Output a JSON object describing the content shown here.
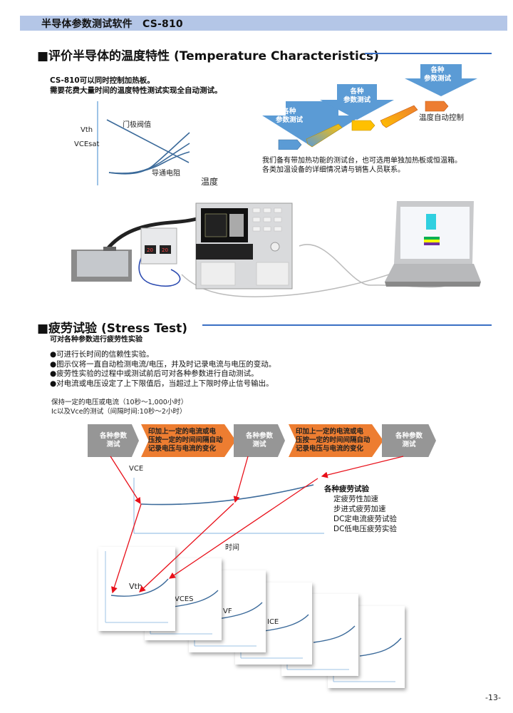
{
  "header": {
    "title": "半导体参数测试软件　CS-810"
  },
  "temperature_section": {
    "title": "■评价半导体的温度特性 (Temperature Characteristics)",
    "intro_lines": [
      "CS-810可以同时控制加热板。",
      "需要花费大量时间的温度特性测试实现全自动测试。"
    ],
    "graph": {
      "y_label_1": "Vth",
      "y_label_2": "VCEsat",
      "curve_label_gate": "门极阀值",
      "curve_label_on_resistance": "导通电阻",
      "x_label": "温度"
    },
    "steps": [
      {
        "arrow_label": "各种参数测试"
      },
      {
        "arrow_label": "各种参数测试"
      },
      {
        "arrow_label": "各种参数测试"
      }
    ],
    "auto_control_label": "温度自动控制",
    "description_lines": [
      "我们备有带加热功能的测试台，也可选用单独加热板或恒温箱。",
      "各类加温设备的详细情况请与销售人员联系。"
    ],
    "equipment": {
      "hot_plate": "hot plate",
      "controller": "temperature controller",
      "tester": "curve tracer CS-810",
      "laptop": "laptop PC"
    }
  },
  "stress_section": {
    "title": "■疲劳试验 (Stress Test)",
    "subtitle": "可对各种参数进行疲劳性实验",
    "bullets": [
      "●可进行长时间的信赖性实验。",
      "●图示仪将一直自动检测电流/电压，并及时记录电流与电压的变动。",
      "●疲劳性实验的过程中或测试前后可对各种参数进行自动测试。",
      "●对电流或电压设定了上下限值后，当超过上下限时停止信号输出。"
    ],
    "notes": [
      "保持一定的电压或电流（10秒～1,000小时）",
      "Ic以及Vce的测试（间隔时间:10秒～2小时）"
    ],
    "flow": [
      {
        "type": "gray",
        "label": "各种参数测试"
      },
      {
        "type": "orange",
        "label": "印加上一定的电流或电压按一定的时间间隔自动记录电压与电流的变化"
      },
      {
        "type": "gray",
        "label": "各种参数测试"
      },
      {
        "type": "orange",
        "label": "印加上一定的电流或电压按一定的时间间隔自动记录电压与电流的变化"
      },
      {
        "type": "gray",
        "label": "各种参数测试"
      }
    ],
    "vce_graph": {
      "y_label": "VCE",
      "x_label": "时间"
    },
    "test_types": {
      "heading": "各种疲劳试验",
      "items": [
        "定疲劳性加速",
        "步进式疲劳加速",
        "DC定电流疲劳试验",
        "DC低电压疲劳实验"
      ]
    },
    "param_cards": [
      "Vth",
      "VCES",
      "VF",
      "ICE",
      "",
      ""
    ]
  },
  "footer": {
    "page_number": "-13-"
  },
  "colors": {
    "header_bg": "#b4c6e7",
    "accent_blue": "#3a6fc4",
    "orange": "#ed7d31",
    "gray": "#969696",
    "red_arrow": "#e8101a",
    "curve": "#3b6a9a"
  }
}
